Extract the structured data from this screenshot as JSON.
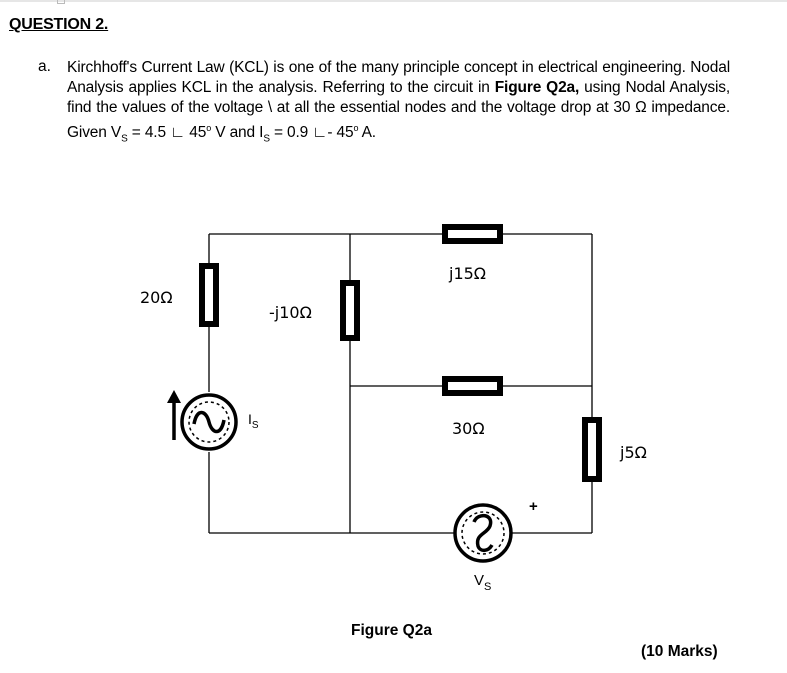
{
  "question": {
    "title": "QUESTION 2.",
    "part_label": "a.",
    "text_1": "Kirchhoff's Current Law (KCL) is one of the many principle concept in electrical engineering. Nodal Analysis applies KCL in the analysis. Referring to the circuit in ",
    "figure_ref": "Figure Q2a,",
    "text_2": " using Nodal Analysis, find the values of the voltage \\ at all the essential nodes and the voltage drop at 30 Ω impedance. Given V",
    "vs_sub": "S",
    "text_3": " = 4.5 ∟ 45",
    "deg1": "o",
    "text_4": " V and I",
    "is_sub": "S",
    "text_5": " = 0.9 ∟- 45",
    "deg2": "o",
    "text_6": " A."
  },
  "circuit": {
    "r20": "20Ω",
    "neg_j10": "-j10Ω",
    "j15": "j15Ω",
    "r30": "30Ω",
    "j5": "j5Ω",
    "is_main": "I",
    "is_sub": "S",
    "vs_main": "V",
    "vs_sub": "S",
    "plus": "+"
  },
  "figure_caption": "Figure Q2a",
  "marks": "(10 Marks)"
}
